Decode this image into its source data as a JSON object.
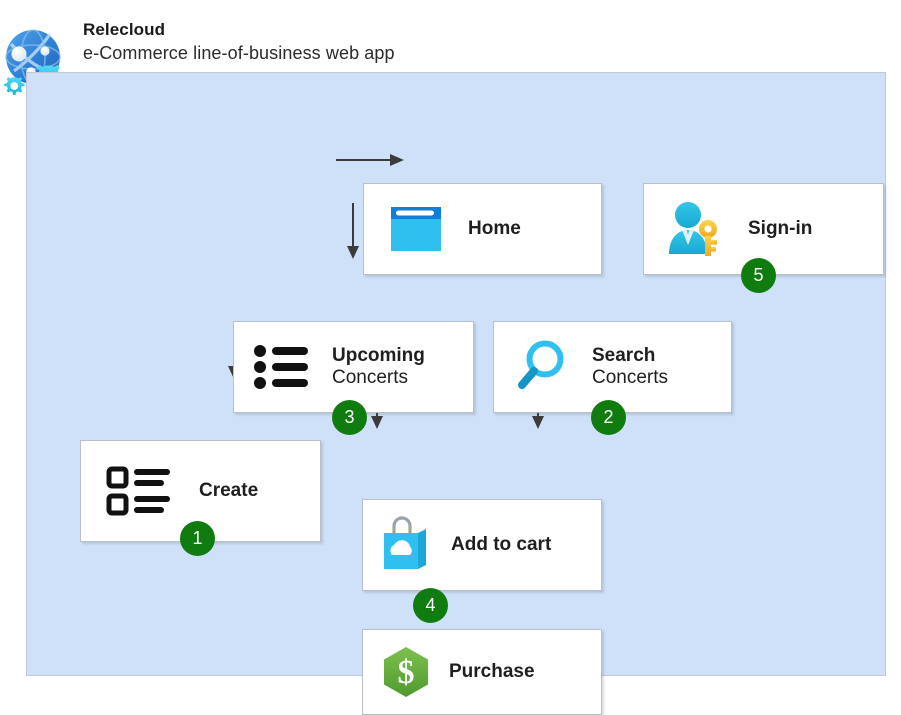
{
  "header": {
    "logo_icon": "globe-gears-icon",
    "title": "Relecloud",
    "subtitle": "e-Commerce line-of-business web app"
  },
  "theme": {
    "panel_background": "#cfe1f9",
    "node_background": "#ffffff",
    "node_border": "#b9bfc7",
    "badge_color": "#107c10",
    "badge_text_color": "#ffffff",
    "connector_color": "#3b3b3b",
    "accent_cyan": "#2fc0ef",
    "accent_blue": "#0f7ed8",
    "accent_green": "#67ad45",
    "accent_yellow": "#ffc20e",
    "text_color": "#1f1f1f"
  },
  "diagram": {
    "type": "flow-diagram",
    "nodes": [
      {
        "id": "home",
        "label": "Home",
        "sublabel": "",
        "icon": "browser-window-icon",
        "badge": null
      },
      {
        "id": "signin",
        "label": "Sign-in",
        "sublabel": "",
        "icon": "user-key-icon",
        "badge": "5"
      },
      {
        "id": "upcoming",
        "label": "Upcoming",
        "sublabel": "Concerts",
        "icon": "bulleted-list-icon",
        "badge": "3"
      },
      {
        "id": "search",
        "label": "Search",
        "sublabel": "Concerts",
        "icon": "magnifying-glass-icon",
        "badge": "2"
      },
      {
        "id": "create",
        "label": "Create",
        "sublabel": "",
        "icon": "checklist-form-icon",
        "badge": "1"
      },
      {
        "id": "cart",
        "label": "Add to cart",
        "sublabel": "",
        "icon": "shopping-bag-cloud-icon",
        "badge": "4"
      },
      {
        "id": "purchase",
        "label": "Purchase",
        "sublabel": "",
        "icon": "dollar-hexagon-icon",
        "badge": null
      }
    ],
    "edges": [
      {
        "from": "home",
        "to": "signin",
        "direction": "right"
      },
      {
        "from": "home",
        "to": "upcoming",
        "direction": "down"
      },
      {
        "from": "home",
        "to": "search",
        "direction": "down"
      },
      {
        "from": "upcoming",
        "to": "create",
        "direction": "down"
      },
      {
        "from": "upcoming",
        "to": "cart",
        "direction": "down"
      },
      {
        "from": "search",
        "to": "cart",
        "direction": "down"
      },
      {
        "from": "cart",
        "to": "purchase",
        "direction": "down"
      }
    ]
  }
}
